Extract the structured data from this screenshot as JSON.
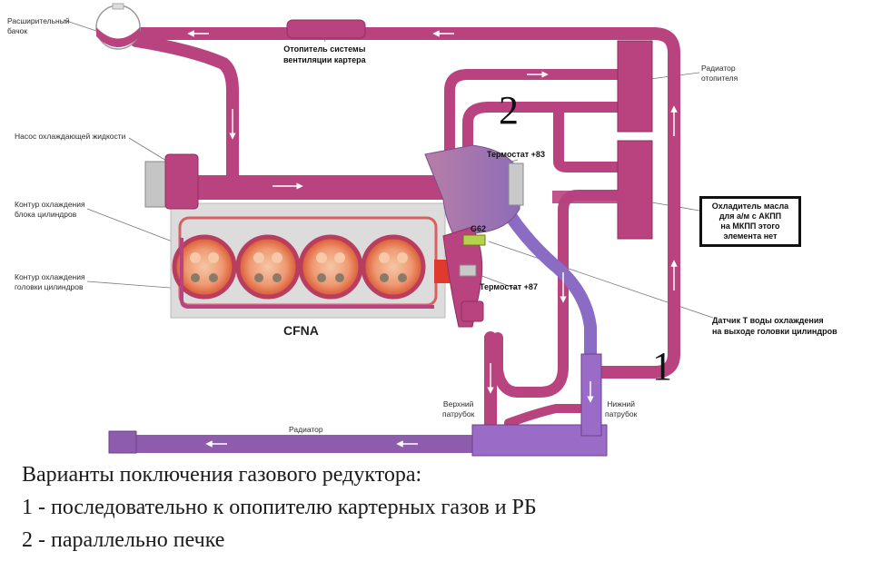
{
  "labels": {
    "expansion_tank": "Расширительный\nбачок",
    "crankcase_heater": "Отопитель системы\nвентиляции картера",
    "heater_radiator": "Радиатор\nотопителя",
    "coolant_pump": "Насос охлаждающей жидкости",
    "block_circuit": "Контур охлаждения\nблока цилиндров",
    "head_circuit": "Контур охлаждения\nголовки цилиндров",
    "thermostat_83": "Термостат +83",
    "thermostat_87": "Термостат +87",
    "sensor_g62": "G62",
    "temp_sensor": "Датчик Т воды охлаждения\nна выходе головки цилиндров",
    "upper_hose": "Верхний\nпатрубок",
    "lower_hose": "Нижний\nпатрубок",
    "radiator": "Радиатор",
    "engine_code": "CFNA"
  },
  "oil_cooler_callout": "Охладитель масла\nдля а/м с АКПП\nна МКПП этого\nэлемента нет",
  "annotations": {
    "number_1": "1",
    "number_2": "2"
  },
  "caption": {
    "line1": "Варианты поключения газового редуктора:",
    "line2": "1 - последовательно к опопителю картерных газов и РБ",
    "line3": "2 - параллельно печке"
  },
  "colors": {
    "coolant_hot": "#b8437f",
    "coolant_edge": "#8e2f61",
    "coolant_cold": "#8a6cc4",
    "engine_block": "#dcdcdc",
    "cylinder_hot": "#e86a4a"
  }
}
